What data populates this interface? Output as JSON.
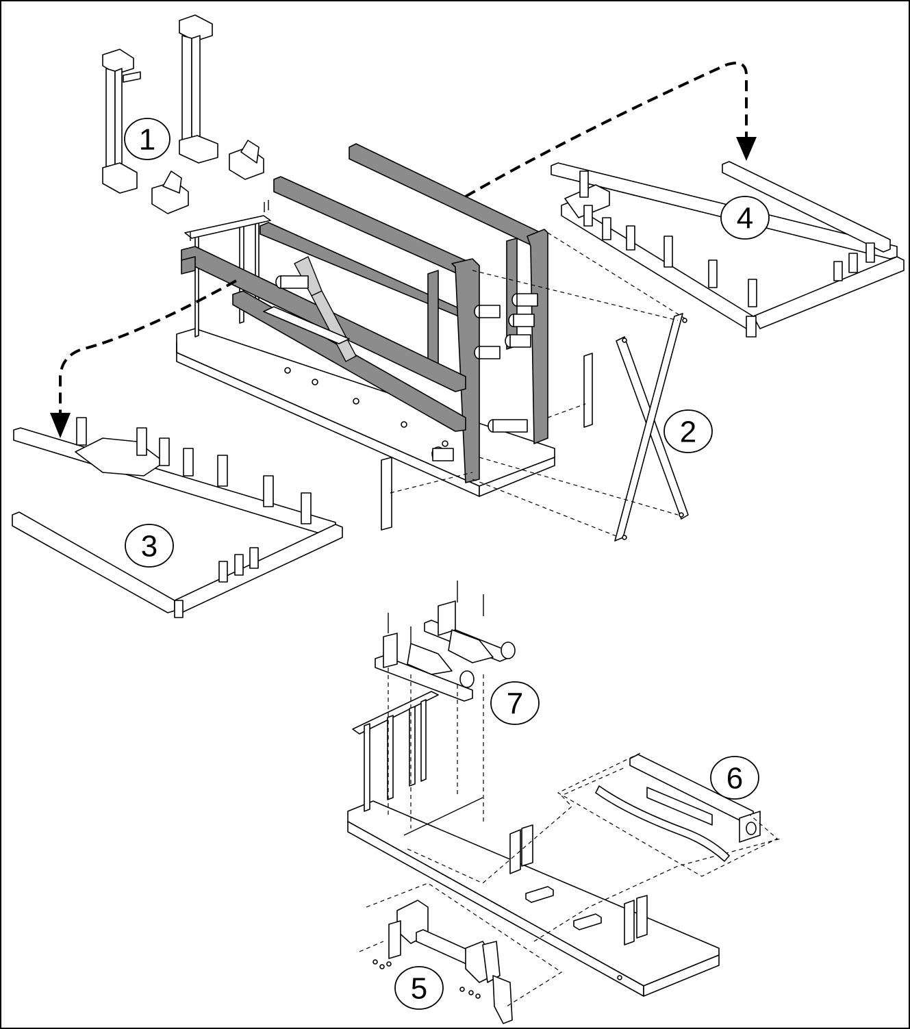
{
  "diagram": {
    "callouts": [
      {
        "id": "1",
        "label": "1"
      },
      {
        "id": "2",
        "label": "2"
      },
      {
        "id": "3",
        "label": "3"
      },
      {
        "id": "4",
        "label": "4"
      },
      {
        "id": "5",
        "label": "5"
      },
      {
        "id": "6",
        "label": "6"
      },
      {
        "id": "7",
        "label": "7"
      }
    ],
    "colors": {
      "line": "#000000",
      "background": "#ffffff",
      "frame_fill": "#8c8c8c",
      "part_fill": "#ffffff"
    }
  }
}
